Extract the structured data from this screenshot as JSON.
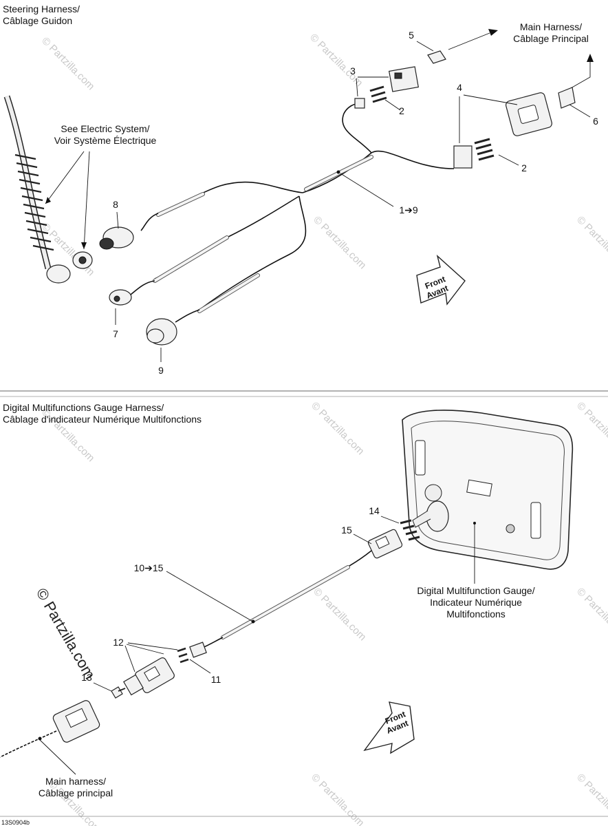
{
  "top_section": {
    "title_line1": "Steering Harness/",
    "title_line2": "Câblage Guidon",
    "electric_line1": "See Electric System/",
    "electric_line2": "Voir Système Électrique",
    "main_line1": "Main Harness/",
    "main_line2": "Câblage Principal",
    "callouts": [
      "5",
      "3",
      "4",
      "2",
      "2",
      "6",
      "8",
      "1➔9",
      "7",
      "9"
    ],
    "front_line1": "Front",
    "front_line2": "Avant"
  },
  "bottom_section": {
    "title_line1": "Digital Multifunctions Gauge Harness/",
    "title_line2": "Câblage d'indicateur Numérique Multifonctions",
    "gauge_line1": "Digital Multifunction Gauge/",
    "gauge_line2": "Indicateur Numérique",
    "gauge_line3": "Multifonctions",
    "main_line1": "Main harness/",
    "main_line2": "Câblage principal",
    "callouts": [
      "14",
      "15",
      "10➔15",
      "12",
      "11",
      "13"
    ],
    "front_line1": "Front",
    "front_line2": "Avant"
  },
  "watermark": {
    "text": "© Partzilla.com",
    "large_text": "© Partzilla.com"
  },
  "footer": {
    "code": "13S0904b"
  }
}
